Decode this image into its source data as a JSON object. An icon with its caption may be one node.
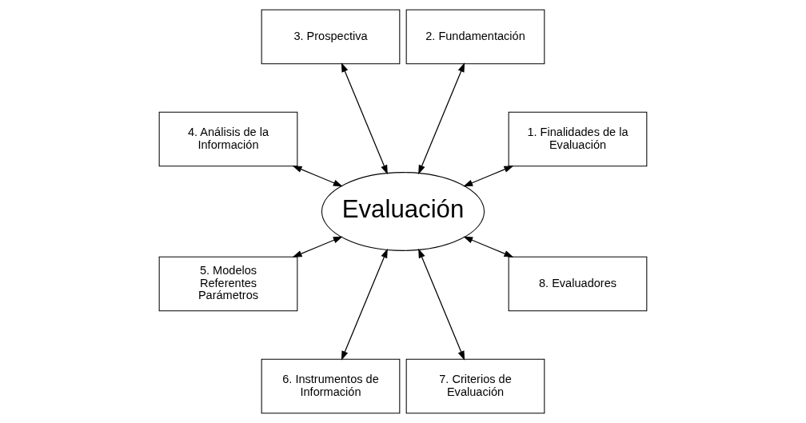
{
  "diagram": {
    "nodes": [
      {
        "text": [
          "1. Finalidades de la Evaluación"
        ]
      },
      {
        "text": [
          "2. Fundamentación"
        ]
      },
      {
        "text": [
          "3. Prospectiva"
        ]
      },
      {
        "text": [
          "4. Análisis de la Información"
        ]
      },
      {
        "text": [
          "5. Modelos Referentes Parámetros"
        ]
      },
      {
        "text": [
          "6. Instrumentos de Información"
        ]
      },
      {
        "text": [
          "7. Criterios de Evaluación"
        ]
      },
      {
        "text": [
          "8. Evaluadores"
        ]
      },
      {
        "text": [
          "Evaluación"
        ]
      }
    ],
    "edges": [
      {
        "from": 8,
        "to": 0,
        "arrow": "both"
      },
      {
        "from": 8,
        "to": 1,
        "arrow": "both"
      },
      {
        "from": 8,
        "to": 2,
        "arrow": "both"
      },
      {
        "from": 8,
        "to": 3,
        "arrow": "both"
      },
      {
        "from": 8,
        "to": 4,
        "arrow": "both"
      },
      {
        "from": 8,
        "to": 5,
        "arrow": "both"
      },
      {
        "from": 8,
        "to": 6,
        "arrow": "both"
      },
      {
        "from": 8,
        "to": 7,
        "arrow": "both"
      }
    ]
  }
}
